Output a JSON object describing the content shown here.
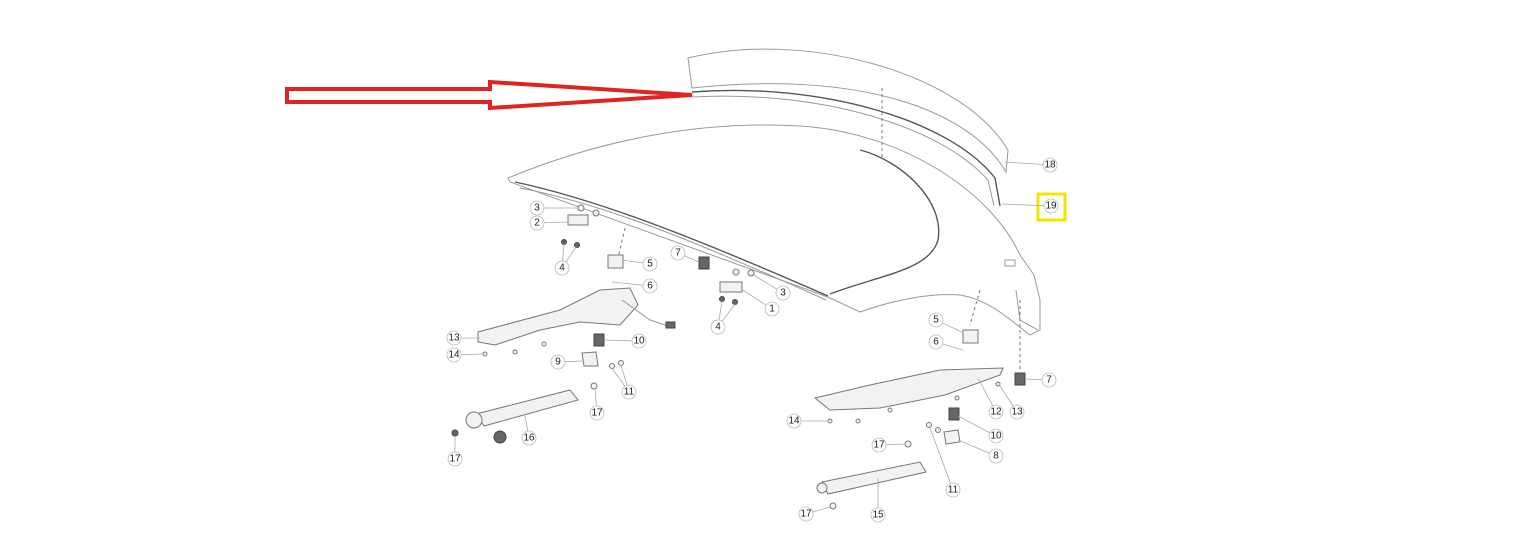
{
  "diagram": {
    "title_hidden": null,
    "callouts": [
      "18",
      "19",
      "3",
      "2",
      "4",
      "5",
      "7",
      "6",
      "3",
      "1",
      "4",
      "13",
      "10",
      "14",
      "9",
      "11",
      "17",
      "16",
      "17",
      "5",
      "6",
      "7",
      "12",
      "13",
      "14",
      "10",
      "8",
      "17",
      "11",
      "17",
      "15"
    ],
    "highlight_color": "#f5e400",
    "arrow_color": "#e02424"
  }
}
